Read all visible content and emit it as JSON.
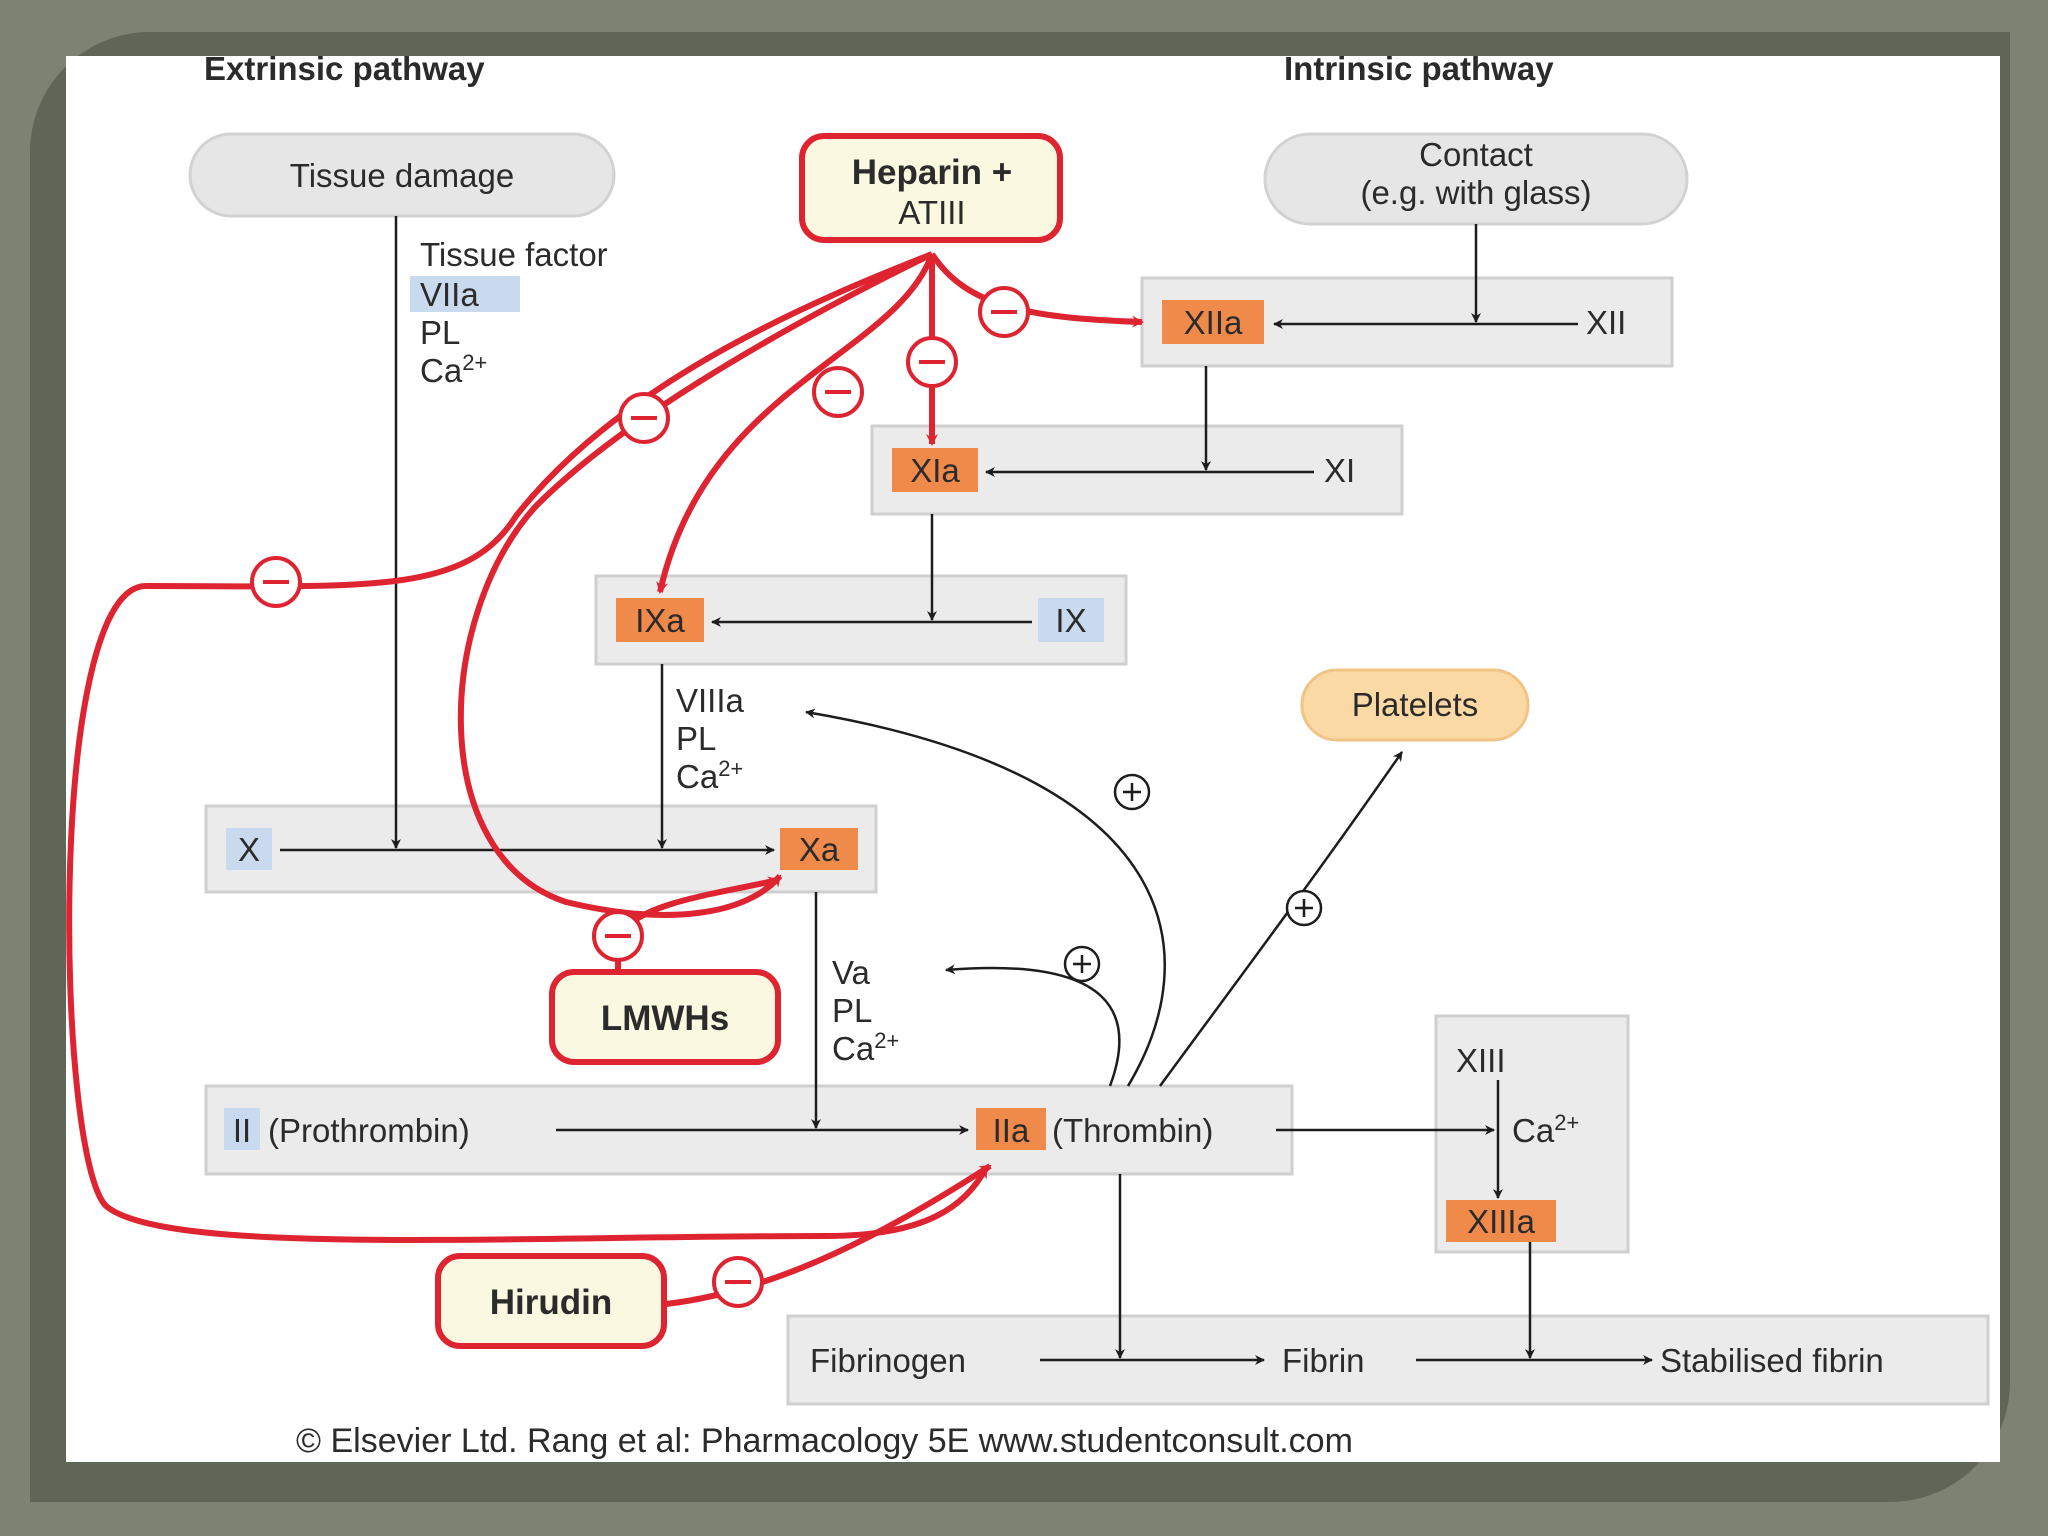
{
  "headings": {
    "extrinsic": "Extrinsic pathway",
    "intrinsic": "Intrinsic pathway"
  },
  "start_nodes": {
    "tissue_damage": "Tissue damage",
    "contact_line1": "Contact",
    "contact_line2": "(e.g. with glass)",
    "platelets": "Platelets"
  },
  "extrinsic_cofactors": [
    "Tissue factor",
    "VIIa",
    "PL",
    "Ca"
  ],
  "factors": {
    "xii": "XII",
    "xiia": "XIIa",
    "xi": "XI",
    "xia": "XIa",
    "ix": "IX",
    "ixa": "IXa",
    "x": "X",
    "xa": "Xa",
    "ii": "II",
    "prothrombin": "(Prothrombin)",
    "iia": "IIa",
    "thrombin": "(Thrombin)",
    "xiii": "XIII",
    "xiiia": "XIIIa"
  },
  "cofactors_ixa": [
    "VIIIa",
    "PL",
    "Ca"
  ],
  "cofactors_xa": [
    "Va",
    "PL",
    "Ca"
  ],
  "ca_label": "Ca",
  "ca_superscript": "2+",
  "fibrin_row": {
    "fibrinogen": "Fibrinogen",
    "fibrin": "Fibrin",
    "stabilised": "Stabilised fibrin"
  },
  "drugs": {
    "heparin_line1": "Heparin +",
    "heparin_line2": "ATIII",
    "lmwhs": "LMWHs",
    "hirudin": "Hirudin"
  },
  "symbols": {
    "inhibit": "−",
    "promote": "+"
  },
  "copyright": "© Elsevier Ltd. Rang et al: Pharmacology 5E www.studentconsult.com",
  "colors": {
    "inhibition": "#dd2430",
    "active_factor": "#f08a4b",
    "inactive_factor": "#c9d9ee",
    "drug_fill": "#fbf8e1",
    "platelets": "#fbd9a4"
  }
}
